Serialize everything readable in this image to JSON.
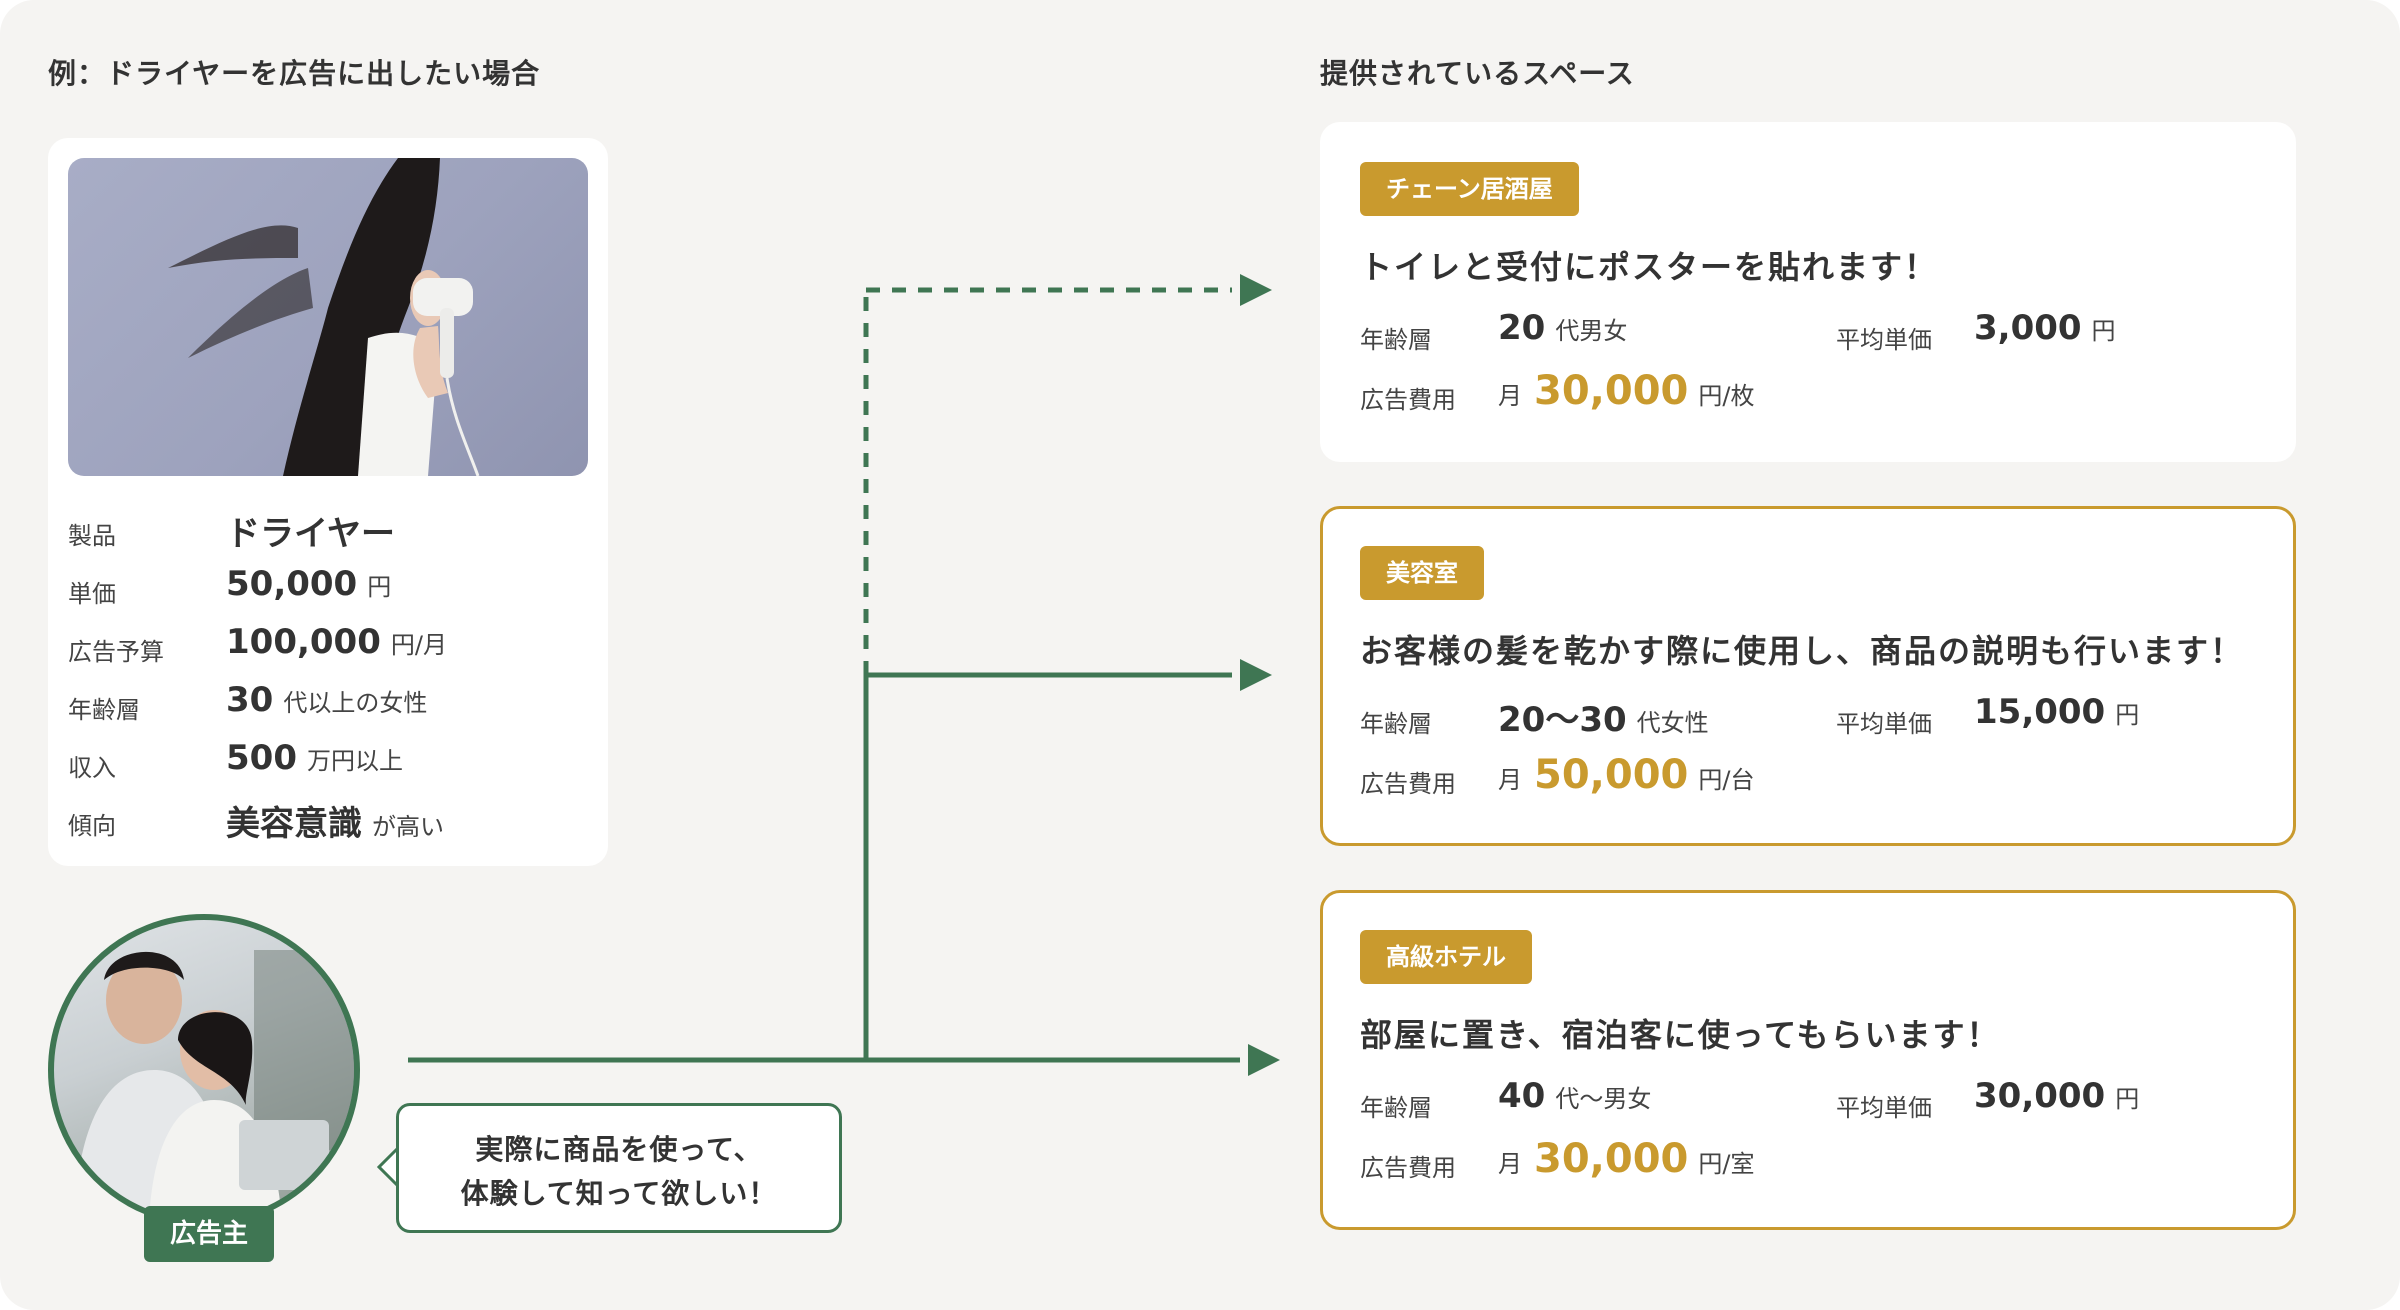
{
  "example_heading": "例：ドライヤーを広告に出したい場合",
  "spaces_heading": "提供されているスペース",
  "product": {
    "rows": [
      {
        "label": "製品",
        "value": "ドライヤー",
        "unit": ""
      },
      {
        "label": "単価",
        "value": "50,000",
        "unit": "円"
      },
      {
        "label": "広告予算",
        "value": "100,000",
        "unit": "円/月"
      },
      {
        "label": "年齢層",
        "value": "30",
        "unit": "代以上の女性"
      },
      {
        "label": "収入",
        "value": "500",
        "unit": "万円以上"
      },
      {
        "label": "傾向",
        "value": "美容意識",
        "unit": "が高い"
      }
    ]
  },
  "advertiser": {
    "badge": "広告主",
    "speech_line1": "実際に商品を使って、",
    "speech_line2": "体験して知って欲しい！"
  },
  "labels": {
    "age": "年齢層",
    "avg_price": "平均単価",
    "ad_cost": "広告費用",
    "month": "月"
  },
  "spaces": [
    {
      "tag": "チェーン居酒屋",
      "headline": "トイレと受付にポスターを貼れます！",
      "age_value": "20",
      "age_unit": "代男女",
      "avg_price_value": "3,000",
      "avg_price_unit": "円",
      "cost_value": "30,000",
      "cost_unit": "円/枚",
      "highlighted": false,
      "arrow": "dashed"
    },
    {
      "tag": "美容室",
      "headline": "お客様の髪を乾かす際に使用し、商品の説明も行います！",
      "age_value": "20〜30",
      "age_unit": "代女性",
      "avg_price_value": "15,000",
      "avg_price_unit": "円",
      "cost_value": "50,000",
      "cost_unit": "円/台",
      "highlighted": true,
      "arrow": "solid"
    },
    {
      "tag": "高級ホテル",
      "headline": "部屋に置き、宿泊客に使ってもらいます！",
      "age_value": "40",
      "age_unit": "代〜男女",
      "avg_price_value": "30,000",
      "avg_price_unit": "円",
      "cost_value": "30,000",
      "cost_unit": "円/室",
      "highlighted": true,
      "arrow": "solid"
    }
  ],
  "colors": {
    "accent_green": "#3f7653",
    "accent_gold": "#c99a2e",
    "background": "#f5f4f2"
  }
}
